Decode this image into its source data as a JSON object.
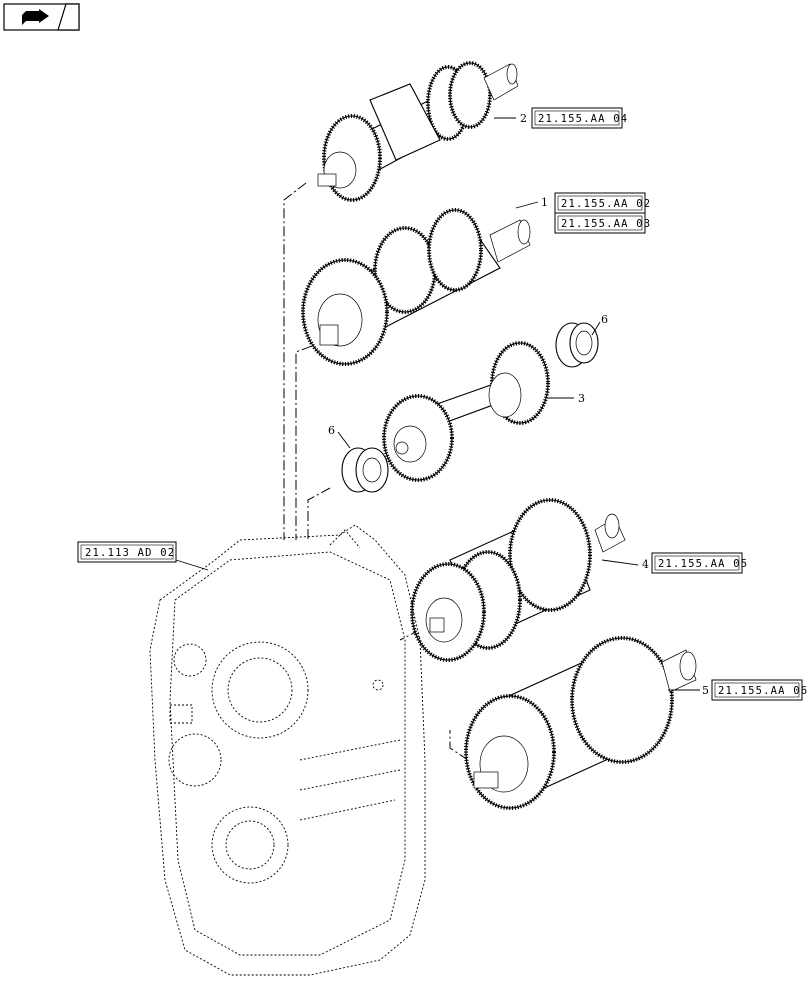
{
  "nav": {
    "icon": "page-flip-icon"
  },
  "callouts": {
    "item1": "1",
    "item2": "2",
    "item3": "3",
    "item4": "4",
    "item5": "5",
    "item6a": "6",
    "item6b": "6"
  },
  "references": {
    "shaft2": "21.155.AA 04",
    "shaft1a": "21.155.AA 02",
    "shaft1b": "21.155.AA 03",
    "housing": "21.113 AD 02",
    "shaft4": "21.155.AA 05",
    "shaft5": "21.155.AA 06"
  }
}
